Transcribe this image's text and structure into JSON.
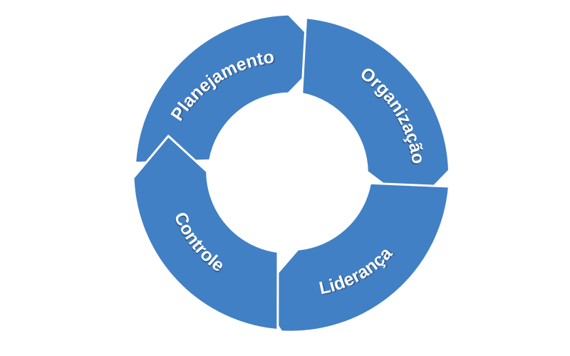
{
  "diagram": {
    "segments": [
      {
        "label": "Planejamento"
      },
      {
        "label": "Organização"
      },
      {
        "label": "Liderança"
      },
      {
        "label": "Controle"
      }
    ],
    "colors": {
      "segment_fill": "#4180c4",
      "segment_stroke": "#ffffff",
      "text": "#ffffff",
      "background": "#ffffff"
    }
  }
}
